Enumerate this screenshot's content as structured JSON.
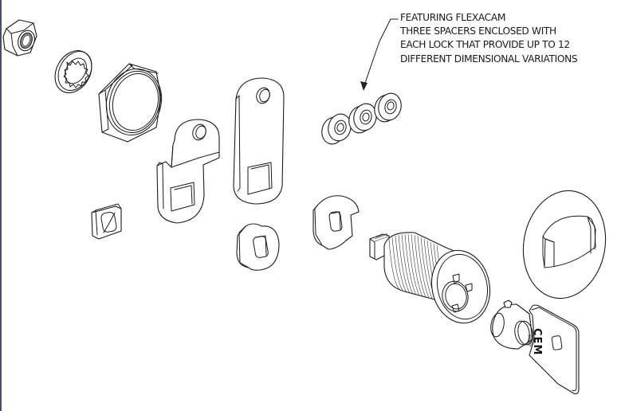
{
  "diagram": {
    "type": "exploded-assembly-drawing",
    "subject": "cam lock with Flexacam spacers",
    "callout": {
      "lines": [
        "FEATURING FLEXACAM",
        "THREE SPACERS ENCLOSED WITH",
        "EACH LOCK THAT PROVIDE UP TO 12",
        "DIFFERENT DIMENSIONAL VARIATIONS"
      ],
      "points_to": "spacers"
    },
    "parts": [
      {
        "id": "hex-nut",
        "label": "Hex nut"
      },
      {
        "id": "star-lock-washer",
        "label": "Internal tooth lock washer"
      },
      {
        "id": "mounting-hex-nut",
        "label": "Large mounting hex nut"
      },
      {
        "id": "square-spacer",
        "label": "Square spacer"
      },
      {
        "id": "offset-cam",
        "label": "Offset cam"
      },
      {
        "id": "straight-cam",
        "label": "Straight cam"
      },
      {
        "id": "stop-washer-small",
        "label": "Stop washer"
      },
      {
        "id": "flexacam-spacers",
        "label": "Three spacers",
        "count": 3
      },
      {
        "id": "stop-washer-large",
        "label": "Stop washer"
      },
      {
        "id": "lock-cylinder",
        "label": "Threaded lock cylinder"
      },
      {
        "id": "anti-rotation-washer",
        "label": "D-hole anti-rotation washer"
      },
      {
        "id": "key",
        "label": "Tubular key",
        "logo": "CEM"
      }
    ],
    "colors": {
      "line": "#1a1a1a",
      "background": "#ffffff",
      "edge": "#4a4e6a"
    }
  }
}
